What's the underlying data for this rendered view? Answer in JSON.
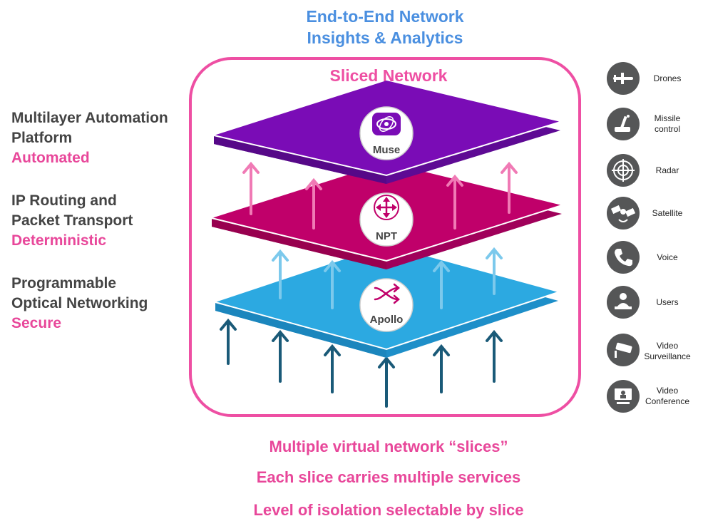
{
  "header": {
    "title_line1": "End-to-End Network",
    "title_line2": "Insights & Analytics"
  },
  "frame": {
    "title": "Sliced Network"
  },
  "layers": [
    {
      "name_line1": "Multilayer Automation",
      "name_line2": "Platform",
      "property": "Automated",
      "platform": "Muse",
      "color": "#7a0cb6"
    },
    {
      "name_line1": "IP Routing and",
      "name_line2": "Packet Transport",
      "property": "Deterministic",
      "platform": "NPT",
      "color": "#c0006a"
    },
    {
      "name_line1": "Programmable",
      "name_line2": "Optical Networking",
      "property": "Secure",
      "platform": "Apollo",
      "color": "#2ca9e1"
    }
  ],
  "services": [
    {
      "label": "Drones",
      "icon": "drone-icon"
    },
    {
      "label": "Missile control",
      "icon": "missile-icon"
    },
    {
      "label": "Radar",
      "icon": "radar-icon"
    },
    {
      "label": "Satellite",
      "icon": "satellite-icon"
    },
    {
      "label": "Voice",
      "icon": "phone-icon"
    },
    {
      "label": "Users",
      "icon": "users-icon"
    },
    {
      "label": "Video Surveillance",
      "icon": "camera-icon"
    },
    {
      "label": "Video Conference",
      "icon": "conference-icon"
    }
  ],
  "footer": {
    "line1": "Multiple virtual network “slices”",
    "line2": "Each slice carries multiple services",
    "line3": "Level of isolation selectable by slice"
  },
  "colors": {
    "accent_pink": "#e8479a",
    "title_blue": "#4a8fe0",
    "arrow_dark": "#1a5a78",
    "arrow_light": "#7cc9ec",
    "arrow_pink": "#f07ab5"
  }
}
